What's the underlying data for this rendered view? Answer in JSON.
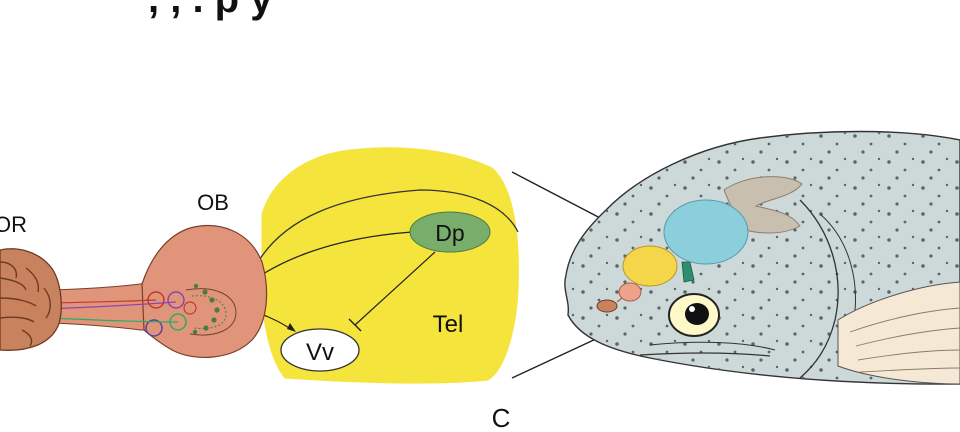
{
  "header": {
    "partial_title": ", , .  p  y"
  },
  "labels": {
    "or": "OR",
    "ob": "OB",
    "dp": "Dp",
    "tel": "Tel",
    "vv": "Vv",
    "panel": "C"
  },
  "colors": {
    "epithelium": "#c9825e",
    "bulb": "#e0957a",
    "telencephalon": "#f5e43c",
    "dp_nucleus": "#79ad6c",
    "vv_nucleus": "#ffffff",
    "fish_body": "#cdd8d9",
    "optic_tectum": "#8ccfdc",
    "cerebellum": "#c9bfae",
    "fish_telencephalon": "#f5d64b",
    "fish_bulb": "#efa28b",
    "spinal_cord": "#2e8e6e",
    "fin": "#f5e9d6"
  },
  "icons": [
    "olfactory-rosette-icon",
    "fish-head-icon",
    "eye-icon"
  ]
}
